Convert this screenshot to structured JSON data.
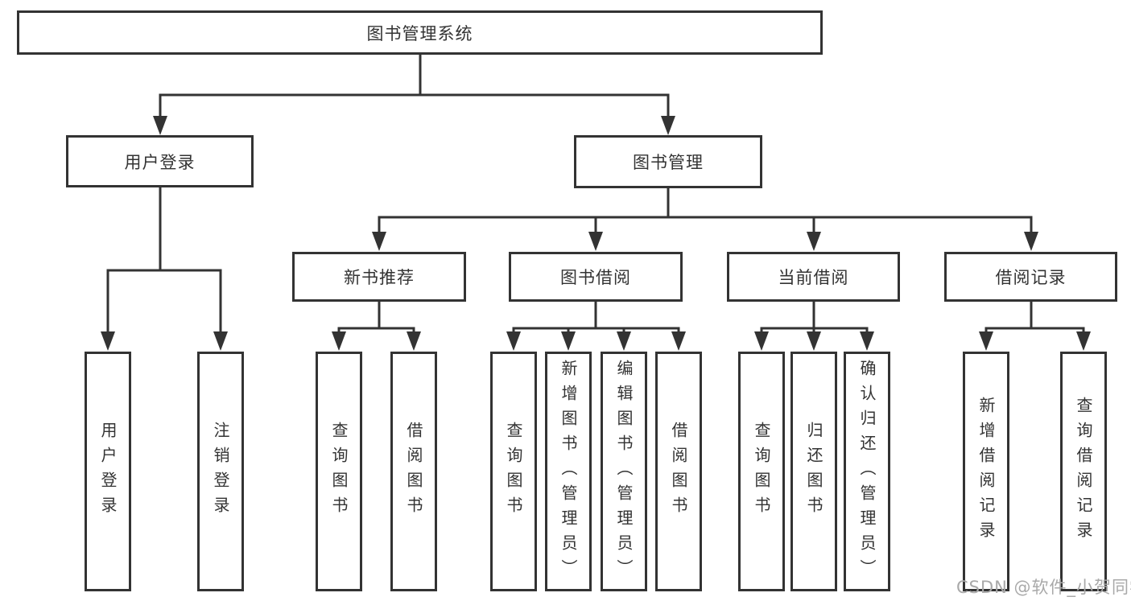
{
  "diagram": {
    "root": "图书管理系统",
    "level2": {
      "user_login": "用户登录",
      "book_mgmt": "图书管理"
    },
    "level3": {
      "new_book": "新书推荐",
      "borrow": "图书借阅",
      "current": "当前借阅",
      "records": "借阅记录"
    },
    "leaves": {
      "user_login": [
        "用户登录",
        "注销登录"
      ],
      "new_book": [
        "查询图书",
        "借阅图书"
      ],
      "borrow": [
        "查询图书",
        "新增图书（管理员）",
        "编辑图书（管理员）",
        "借阅图书"
      ],
      "current": [
        "查询图书",
        "归还图书",
        "确认归还（管理员）"
      ],
      "records": [
        "新增借阅记录",
        "查询借阅记录"
      ]
    }
  },
  "watermark": "CSDN @软件_小贺同学",
  "colors": {
    "line": "#333333",
    "text": "#333333",
    "box_bg": "#ffffff",
    "watermark": "#a9a9a9"
  }
}
